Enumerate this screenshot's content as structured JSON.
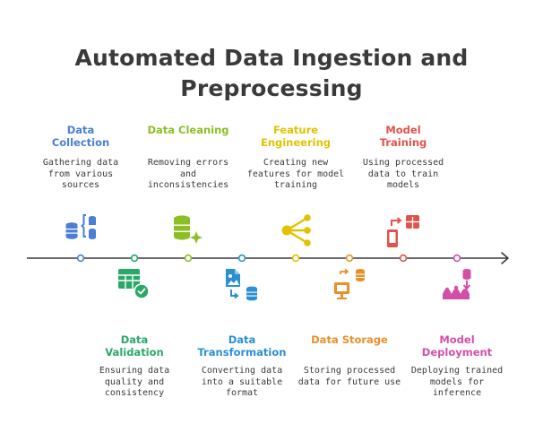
{
  "title_line1": "Automated Data Ingestion and",
  "title_line2": "Preprocessing",
  "steps": [
    {
      "name": "collection",
      "title": "Data\nCollection",
      "desc": "Gathering data\nfrom various\nsources",
      "color": "#4a7fd4",
      "position": "top"
    },
    {
      "name": "validation",
      "title": "Data\nValidation",
      "desc": "Ensuring data\nquality and\nconsistency",
      "color": "#2aa86a",
      "position": "bottom"
    },
    {
      "name": "cleaning",
      "title": "Data Cleaning",
      "desc": "Removing errors\nand\ninconsistencies",
      "color": "#8cbf26",
      "position": "top"
    },
    {
      "name": "transformation",
      "title": "Data\nTransformation",
      "desc": "Converting data\ninto a suitable\nformat",
      "color": "#2a8fd4",
      "position": "bottom"
    },
    {
      "name": "feature-engineering",
      "title": "Feature\nEngineering",
      "desc": "Creating new\nfeatures for model\ntraining",
      "color": "#e0c200",
      "position": "top"
    },
    {
      "name": "storage",
      "title": "Data Storage",
      "desc": "Storing processed\ndata for future use",
      "color": "#e8902a",
      "position": "bottom"
    },
    {
      "name": "training",
      "title": "Model\nTraining",
      "desc": "Using processed\ndata to train\nmodels",
      "color": "#e0524a",
      "position": "top"
    },
    {
      "name": "deployment",
      "title": "Model\nDeployment",
      "desc": "Deploying trained\nmodels for\ninference",
      "color": "#d24fa8",
      "position": "bottom"
    }
  ]
}
